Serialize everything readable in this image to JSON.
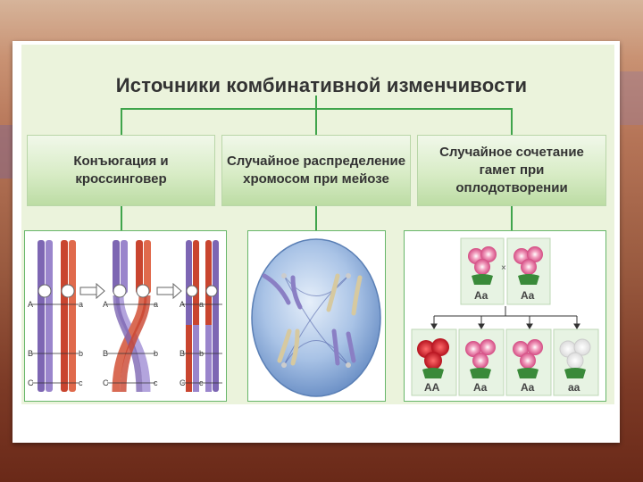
{
  "title": "Источники комбинативной изменчивости",
  "boxes": [
    {
      "line1": "Конъюгация и",
      "line2": "кроссинговер"
    },
    {
      "line1": "Случайное распределение",
      "line2": "хромосом при мейозе"
    },
    {
      "line1": "Случайное сочетание",
      "line2": "гамет при оплодотворении"
    }
  ],
  "chromosome_labels": {
    "A": "A",
    "a": "a",
    "B": "B",
    "b": "b",
    "C": "C",
    "c": "c"
  },
  "parents": [
    "Aa",
    "Aa"
  ],
  "cross_symbol": "×",
  "offspring": [
    "AA",
    "Aa",
    "Aa",
    "aa"
  ],
  "colors": {
    "green_line": "#3fa44b",
    "purple": "#7d66b3",
    "red": "#c9452f",
    "cell": "#9dbbe2"
  }
}
